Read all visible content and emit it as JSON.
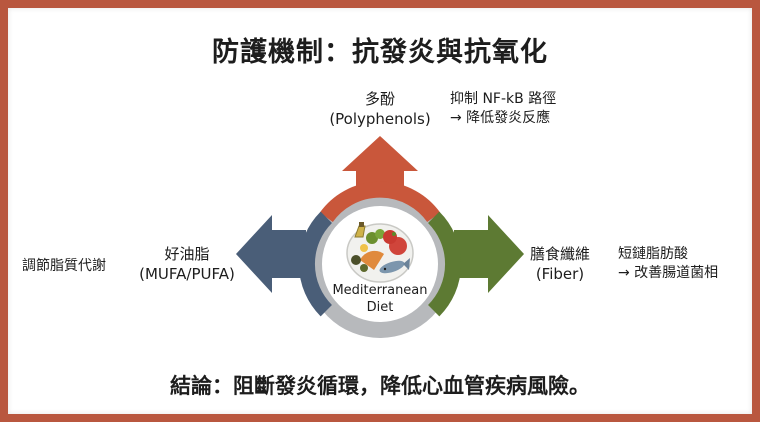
{
  "title": "防護機制：抗發炎與抗氧化",
  "center": {
    "line1": "Mediterranean",
    "line2": "Diet"
  },
  "top": {
    "name": "多酚",
    "sub": "(Polyphenols)",
    "note1": "抑制 NF-kB 路徑",
    "note2": "→ 降低發炎反應"
  },
  "right": {
    "name": "膳食纖維",
    "sub": "(Fiber)",
    "note1": "短鏈脂肪酸",
    "note2": "→ 改善腸道菌相"
  },
  "left": {
    "name": "好油脂",
    "sub": "(MUFA/PUFA)",
    "note1": "調節脂質代謝"
  },
  "conclusion": "結論：阻斷發炎循環，降低心血管疾病風險。",
  "colors": {
    "frame": "#b9573f",
    "top_arrow": "#c9573b",
    "right_arrow": "#5d7a33",
    "left_arrow": "#4a5e78",
    "ring_gray": "#b7b9bc"
  }
}
